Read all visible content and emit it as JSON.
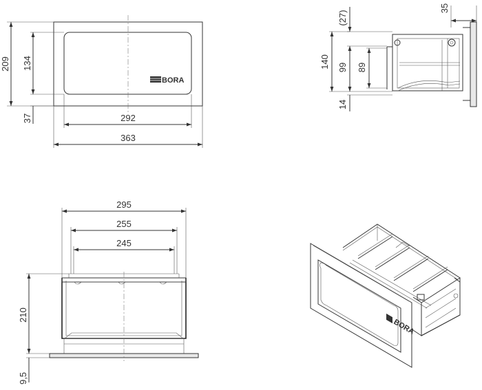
{
  "views": {
    "front": {
      "dims": {
        "overall_width": "363",
        "inner_width": "292",
        "overall_height": "209",
        "inner_height": "134",
        "bottom_offset": "37"
      },
      "logo_text": "BORA"
    },
    "side": {
      "dims": {
        "top_offset": "(27)",
        "flange": "35",
        "height": "140",
        "mid_height": "99",
        "inner_height": "89",
        "bottom_offset": "14"
      }
    },
    "top": {
      "dims": {
        "width_outer": "295",
        "width_mid": "255",
        "width_inner": "245",
        "depth": "210",
        "base_thickness": "9,5"
      }
    },
    "iso": {
      "logo_text": "BORA"
    }
  }
}
